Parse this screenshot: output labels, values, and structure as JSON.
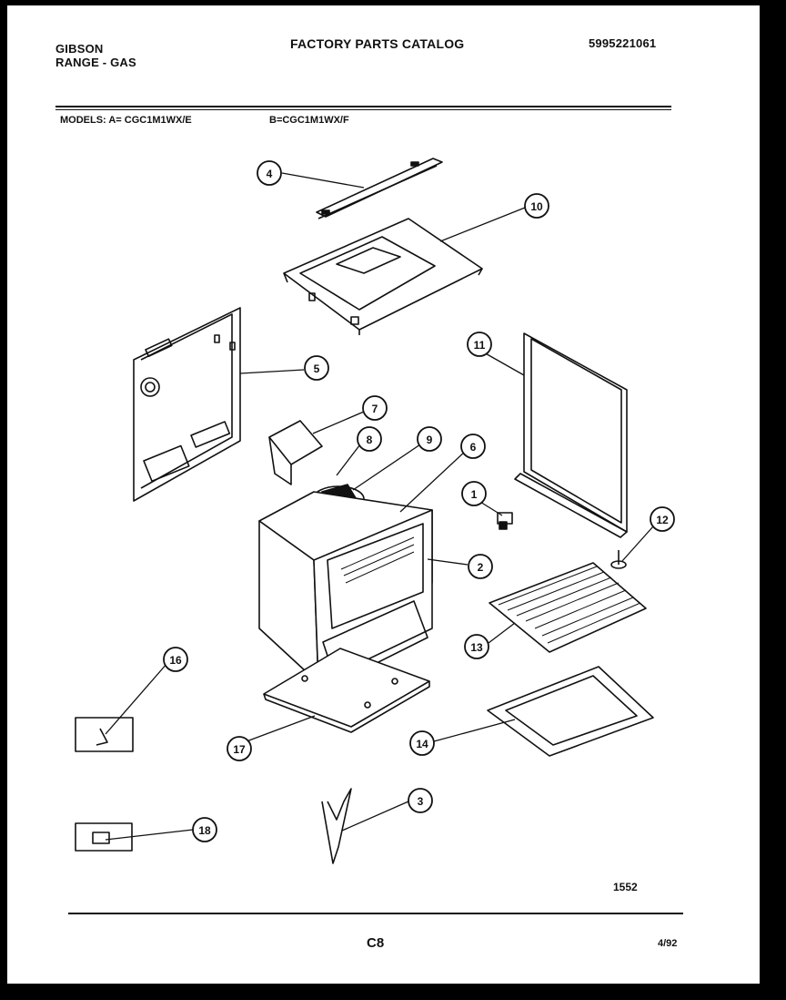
{
  "header": {
    "brand": "GIBSON",
    "product": "RANGE - GAS",
    "catalog_title": "FACTORY PARTS CATALOG",
    "catalog_number": "5995221061"
  },
  "models": {
    "label_a": "MODELS:  A= CGC1M1WX/E",
    "label_b": "B=CGC1M1WX/F"
  },
  "callouts": [
    "1",
    "2",
    "3",
    "4",
    "5",
    "6",
    "7",
    "8",
    "9",
    "10",
    "11",
    "12",
    "13",
    "14",
    "16",
    "17",
    "18"
  ],
  "footer": {
    "figure_number": "1552",
    "page": "C8",
    "date": "4/92"
  }
}
